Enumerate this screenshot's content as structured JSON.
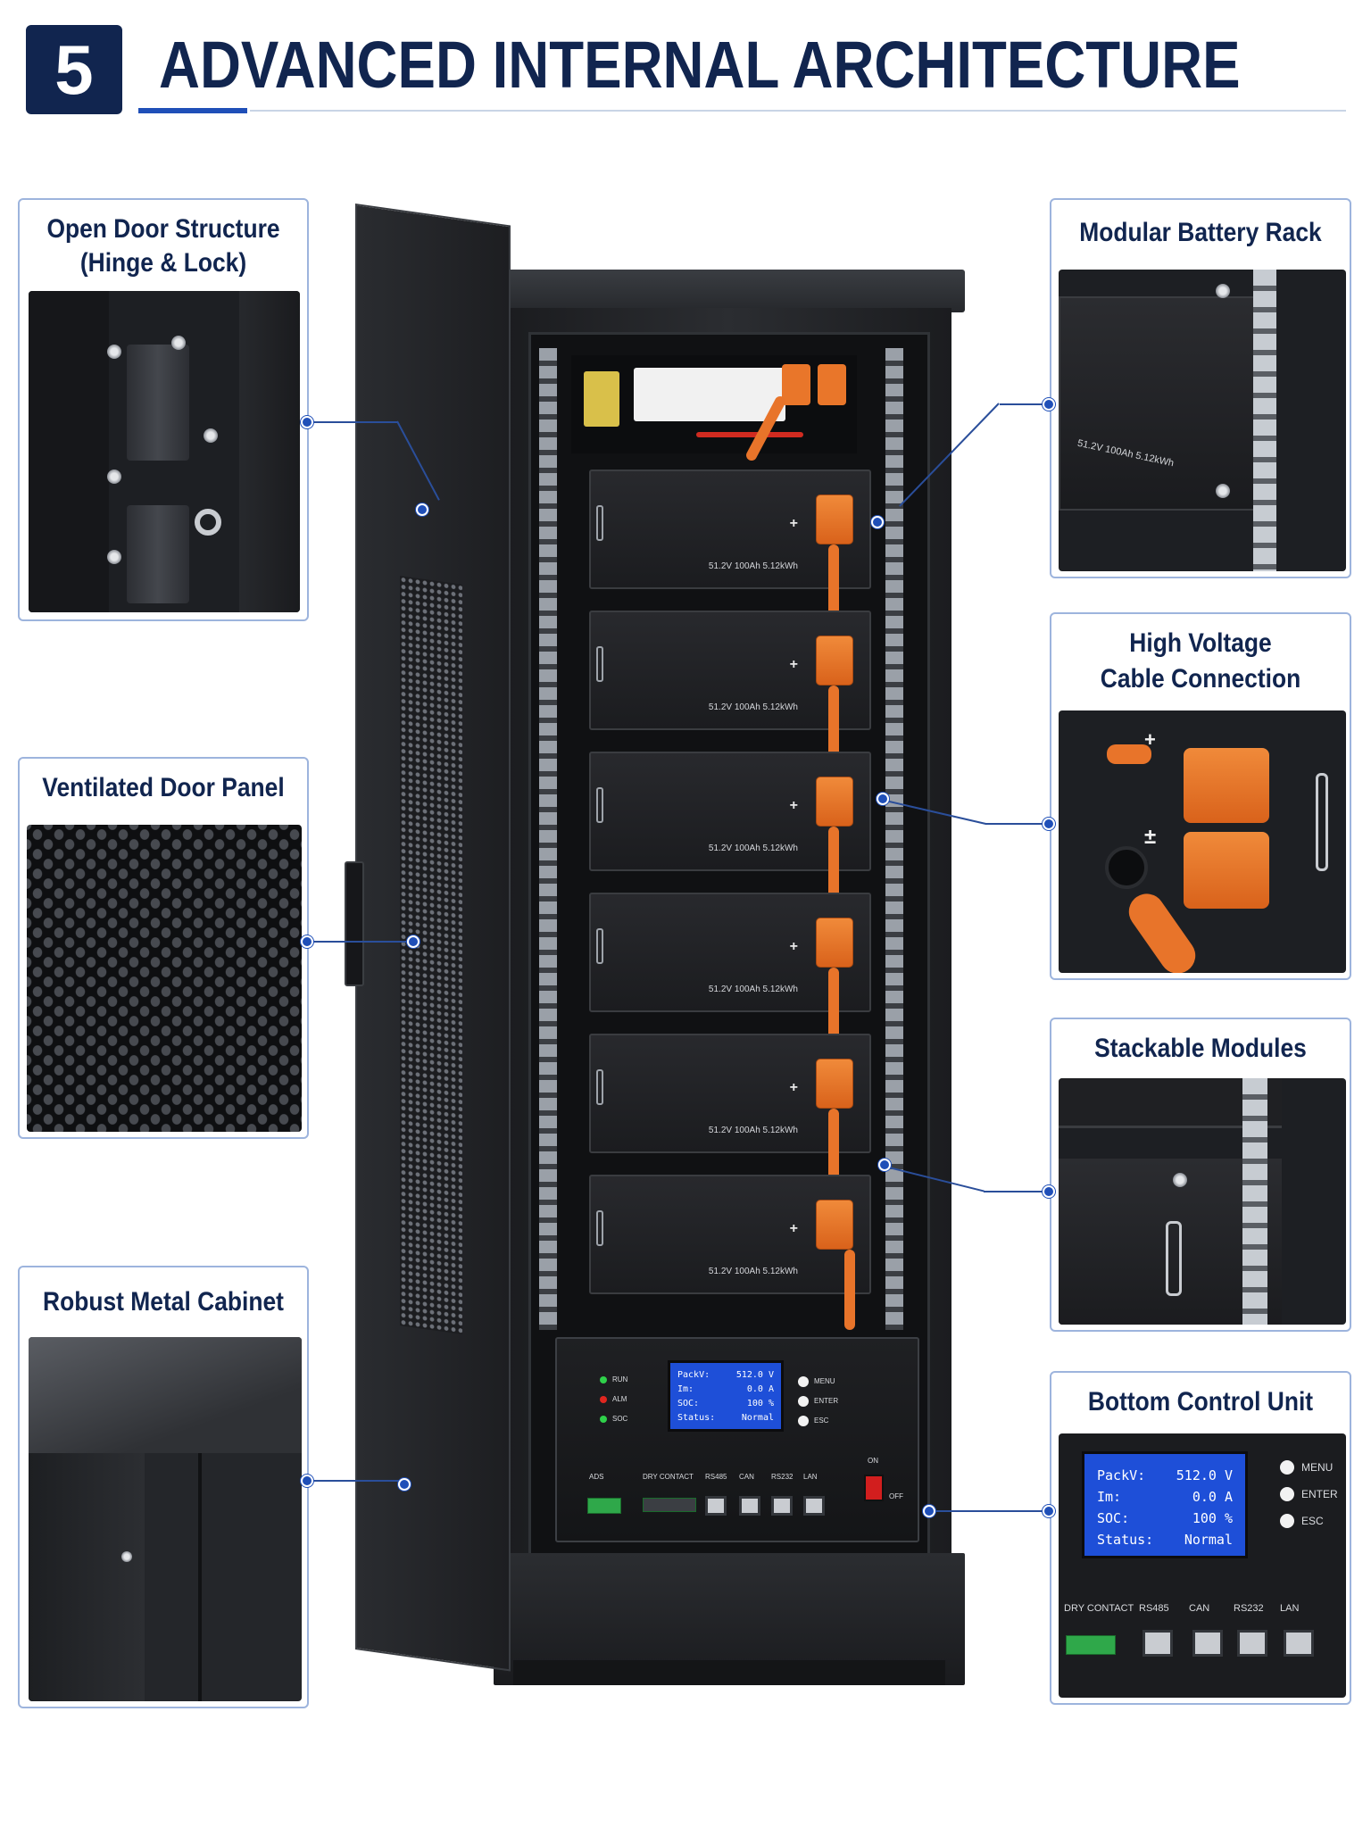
{
  "header": {
    "step_number": "5",
    "title": "ADVANCED INTERNAL ARCHITECTURE"
  },
  "callouts": {
    "open_door": {
      "title_line1": "Open Door Structure",
      "title_line2": "(Hinge & Lock)"
    },
    "ventilated_door": {
      "title": "Ventilated Door Panel"
    },
    "robust_cabinet": {
      "title": "Robust Metal Cabinet"
    },
    "modular_rack": {
      "title": "Modular Battery Rack",
      "spec": "51.2V 100Ah 5.12kWh"
    },
    "hv_cable": {
      "title_line1": "High Voltage",
      "title_line2": "Cable Connection",
      "plus": "+",
      "plusminus": "±"
    },
    "stackable": {
      "title": "Stackable Modules"
    },
    "control_unit": {
      "title": "Bottom Control Unit"
    }
  },
  "battery_modules": [
    {
      "spec": "51.2V  100Ah  5.12kWh",
      "terminal": "+"
    },
    {
      "spec": "51.2V  100Ah  5.12kWh",
      "terminal": "+"
    },
    {
      "spec": "51.2V  100Ah  5.12kWh",
      "terminal": "+"
    },
    {
      "spec": "51.2V  100Ah  5.12kWh",
      "terminal": "+"
    },
    {
      "spec": "51.2V  100Ah  5.12kWh",
      "terminal": "+"
    },
    {
      "spec": "51.2V  100Ah  5.12kWh",
      "terminal": "+"
    }
  ],
  "control_panel": {
    "leds": [
      "RUN",
      "ALM",
      "SOC"
    ],
    "led_colors": [
      "#2fd14a",
      "#e0261f",
      "#2fd14a"
    ],
    "lcd": {
      "rows": [
        {
          "label": "PackV:",
          "value": "512.0  V"
        },
        {
          "label": "Im:",
          "value": "0.0  A"
        },
        {
          "label": "SOC:",
          "value": "100  %"
        },
        {
          "label": "Status:",
          "value": "Normal"
        }
      ]
    },
    "buttons": [
      "MENU",
      "ENTER",
      "ESC"
    ],
    "ports": [
      "ADS",
      "DRY CONTACT",
      "RS485",
      "CAN",
      "RS232",
      "LAN"
    ],
    "switch_on": "ON",
    "switch_off": "OFF"
  },
  "zoom_control": {
    "lcd": {
      "rows": [
        {
          "label": "PackV:",
          "value": "512.0  V"
        },
        {
          "label": "Im:",
          "value": "0.0  A"
        },
        {
          "label": "SOC:",
          "value": "100  %"
        },
        {
          "label": "Status:",
          "value": "Normal"
        }
      ]
    },
    "buttons": [
      "MENU",
      "ENTER",
      "ESC"
    ],
    "ports": [
      "DRY CONTACT",
      "RS485",
      "CAN",
      "RS232",
      "LAN"
    ]
  },
  "colors": {
    "navy": "#11254f",
    "accent_blue": "#1f4fb8",
    "card_border": "#9db4dd",
    "cable_orange": "#e8742a",
    "lcd_blue": "#1e4fd8"
  }
}
